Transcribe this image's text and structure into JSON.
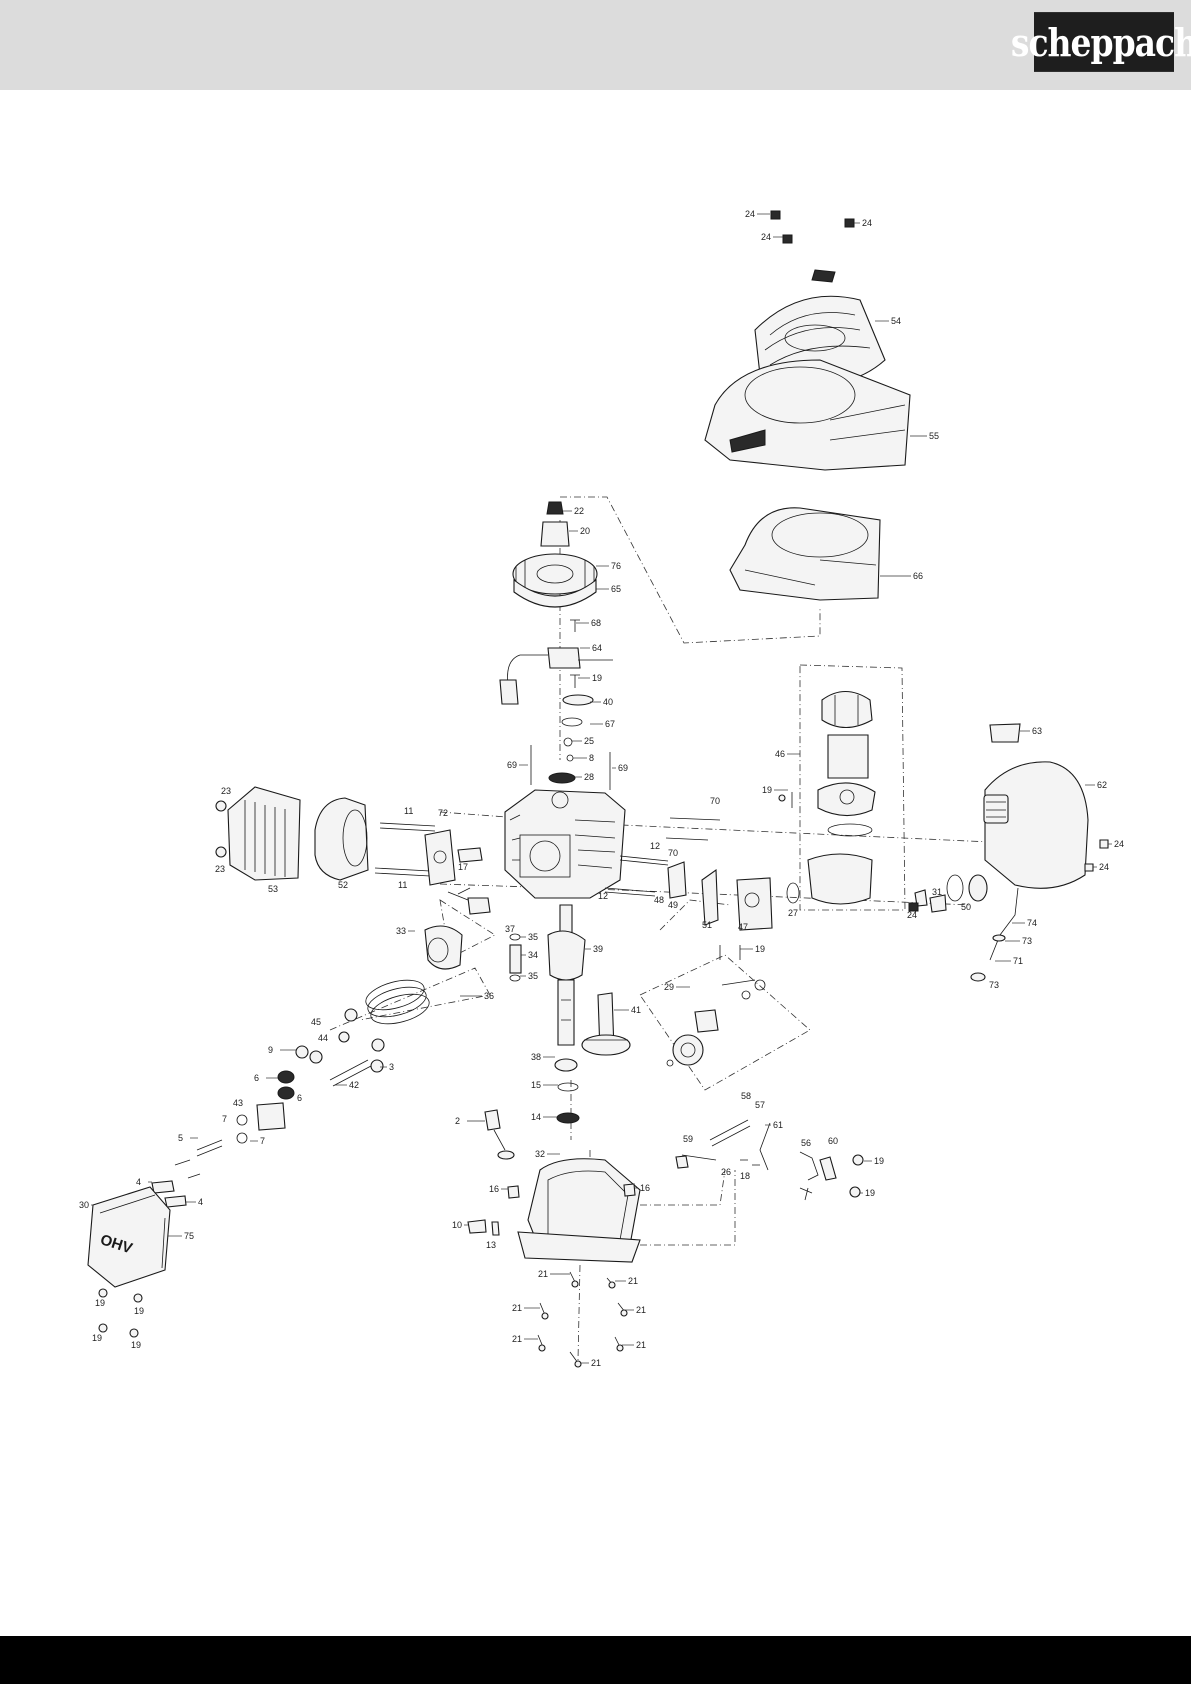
{
  "header": {
    "brand": "scheppach"
  },
  "diagram": {
    "labels": [
      {
        "id": "l24a",
        "text": "24"
      },
      {
        "id": "l24b",
        "text": "24"
      },
      {
        "id": "l24c",
        "text": "24"
      },
      {
        "id": "l54",
        "text": "54"
      },
      {
        "id": "l55",
        "text": "55"
      },
      {
        "id": "l22",
        "text": "22"
      },
      {
        "id": "l20",
        "text": "20"
      },
      {
        "id": "l76",
        "text": "76"
      },
      {
        "id": "l65",
        "text": "65"
      },
      {
        "id": "l66",
        "text": "66"
      },
      {
        "id": "l68",
        "text": "68"
      },
      {
        "id": "l64",
        "text": "64"
      },
      {
        "id": "l19a",
        "text": "19"
      },
      {
        "id": "l40",
        "text": "40"
      },
      {
        "id": "l67",
        "text": "67"
      },
      {
        "id": "l25",
        "text": "25"
      },
      {
        "id": "l8",
        "text": "8"
      },
      {
        "id": "l28",
        "text": "28"
      },
      {
        "id": "l69a",
        "text": "69"
      },
      {
        "id": "l69b",
        "text": "69"
      },
      {
        "id": "l63",
        "text": "63"
      },
      {
        "id": "l46",
        "text": "46"
      },
      {
        "id": "l19b",
        "text": "19"
      },
      {
        "id": "l62",
        "text": "62"
      },
      {
        "id": "l23a",
        "text": "23"
      },
      {
        "id": "l23b",
        "text": "23"
      },
      {
        "id": "l11a",
        "text": "11"
      },
      {
        "id": "l11b",
        "text": "11"
      },
      {
        "id": "l72",
        "text": "72"
      },
      {
        "id": "l17",
        "text": "17"
      },
      {
        "id": "l53",
        "text": "53"
      },
      {
        "id": "l52",
        "text": "52"
      },
      {
        "id": "l70a",
        "text": "70"
      },
      {
        "id": "l70b",
        "text": "70"
      },
      {
        "id": "l12a",
        "text": "12"
      },
      {
        "id": "l12b",
        "text": "12"
      },
      {
        "id": "l24d",
        "text": "24"
      },
      {
        "id": "l24e",
        "text": "24"
      },
      {
        "id": "l24f",
        "text": "24"
      },
      {
        "id": "l31",
        "text": "31"
      },
      {
        "id": "l50",
        "text": "50"
      },
      {
        "id": "l48",
        "text": "48"
      },
      {
        "id": "l49",
        "text": "49"
      },
      {
        "id": "l51",
        "text": "51"
      },
      {
        "id": "l47",
        "text": "47"
      },
      {
        "id": "l27",
        "text": "27"
      },
      {
        "id": "l74",
        "text": "74"
      },
      {
        "id": "l73a",
        "text": "73"
      },
      {
        "id": "l71",
        "text": "71"
      },
      {
        "id": "l73b",
        "text": "73"
      },
      {
        "id": "l37",
        "text": "37"
      },
      {
        "id": "l33",
        "text": "33"
      },
      {
        "id": "l35a",
        "text": "35"
      },
      {
        "id": "l34",
        "text": "34"
      },
      {
        "id": "l35b",
        "text": "35"
      },
      {
        "id": "l39",
        "text": "39"
      },
      {
        "id": "l19c",
        "text": "19"
      },
      {
        "id": "l36",
        "text": "36"
      },
      {
        "id": "l29",
        "text": "29"
      },
      {
        "id": "l41",
        "text": "41"
      },
      {
        "id": "l45",
        "text": "45"
      },
      {
        "id": "l44",
        "text": "44"
      },
      {
        "id": "l9",
        "text": "9"
      },
      {
        "id": "l3",
        "text": "3"
      },
      {
        "id": "l6a",
        "text": "6"
      },
      {
        "id": "l6b",
        "text": "6"
      },
      {
        "id": "l42",
        "text": "42"
      },
      {
        "id": "l38",
        "text": "38"
      },
      {
        "id": "l15",
        "text": "15"
      },
      {
        "id": "l43",
        "text": "43"
      },
      {
        "id": "l7a",
        "text": "7"
      },
      {
        "id": "l7b",
        "text": "7"
      },
      {
        "id": "l5",
        "text": "5"
      },
      {
        "id": "l14",
        "text": "14"
      },
      {
        "id": "l2",
        "text": "2"
      },
      {
        "id": "l58",
        "text": "58"
      },
      {
        "id": "l57",
        "text": "57"
      },
      {
        "id": "l61",
        "text": "61"
      },
      {
        "id": "l59",
        "text": "59"
      },
      {
        "id": "l56",
        "text": "56"
      },
      {
        "id": "l60",
        "text": "60"
      },
      {
        "id": "l19d",
        "text": "19"
      },
      {
        "id": "l32",
        "text": "32"
      },
      {
        "id": "l4a",
        "text": "4"
      },
      {
        "id": "l4b",
        "text": "4"
      },
      {
        "id": "l26",
        "text": "26"
      },
      {
        "id": "l18",
        "text": "18"
      },
      {
        "id": "l19e",
        "text": "19"
      },
      {
        "id": "l16a",
        "text": "16"
      },
      {
        "id": "l16b",
        "text": "16"
      },
      {
        "id": "l30",
        "text": "30"
      },
      {
        "id": "l75",
        "text": "75"
      },
      {
        "id": "l10",
        "text": "10"
      },
      {
        "id": "l13",
        "text": "13"
      },
      {
        "id": "l21a",
        "text": "21"
      },
      {
        "id": "l21b",
        "text": "21"
      },
      {
        "id": "l21c",
        "text": "21"
      },
      {
        "id": "l21d",
        "text": "21"
      },
      {
        "id": "l21e",
        "text": "21"
      },
      {
        "id": "l21f",
        "text": "21"
      },
      {
        "id": "l21g",
        "text": "21"
      },
      {
        "id": "l19f",
        "text": "19"
      },
      {
        "id": "l19g",
        "text": "19"
      },
      {
        "id": "l19h",
        "text": "19"
      },
      {
        "id": "l19i",
        "text": "19"
      }
    ],
    "valve_cover_text": "OHV"
  }
}
